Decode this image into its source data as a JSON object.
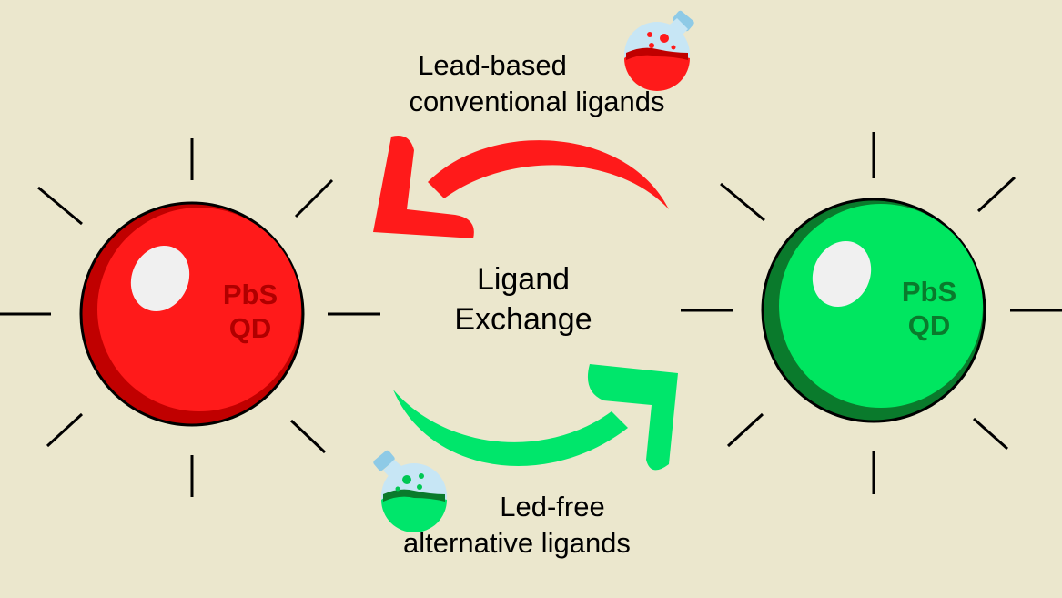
{
  "diagram": {
    "center_label": {
      "line1": "Ligand",
      "line2": "Exchange"
    },
    "top_label": {
      "line1": "Lead-based",
      "line2": "conventional ligands"
    },
    "bottom_label": {
      "line1": "Led-free",
      "line2": "alternative ligands"
    },
    "red_qd": {
      "line1": "PbS",
      "line2": "QD"
    },
    "green_qd": {
      "line1": "PbS",
      "line2": "QD"
    }
  },
  "colors": {
    "background": "#ebe7cd",
    "red_qd": "#ff1a1a",
    "red_qd_dark": "#c00000",
    "green_qd": "#00e660",
    "green_qd_dark": "#0a7a2c",
    "red_arrow": "#ff1a1a",
    "green_arrow": "#00e66b"
  },
  "icons": {
    "top_flask": "flask-red-icon",
    "bottom_flask": "flask-green-icon"
  }
}
